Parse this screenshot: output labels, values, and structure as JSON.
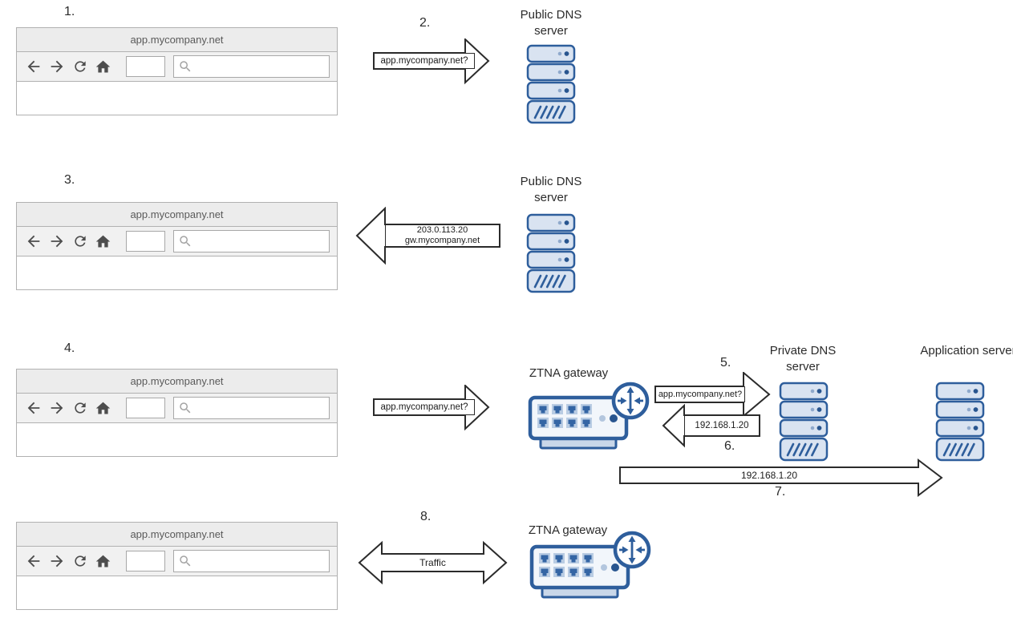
{
  "browser": {
    "title": "app.mycompany.net"
  },
  "steps": {
    "s1": "1.",
    "s2": "2.",
    "s3": "3.",
    "s4": "4.",
    "s5": "5.",
    "s6": "6.",
    "s7": "7.",
    "s8": "8."
  },
  "nodes": {
    "public_dns_top": "Public DNS server",
    "public_dns_mid": "Public DNS server",
    "ztna_gateway_mid": "ZTNA gateway",
    "private_dns": "Private DNS server",
    "application": "Application server",
    "ztna_gateway_bottom": "ZTNA gateway"
  },
  "messages": {
    "query_public": "app.mycompany.net?",
    "reply_public_ip": "203.0.113.20",
    "reply_public_host": "gw.mycompany.net",
    "query_gateway": "app.mycompany.net?",
    "query_private": "app.mycompany.net?",
    "reply_private": "192.168.1.20",
    "connect_private": "192.168.1.20",
    "traffic": "Traffic"
  },
  "colors": {
    "icon_stroke": "#2e5e9c",
    "icon_fill": "#d9e3f1",
    "arrow_stroke": "#2b2b2b"
  }
}
